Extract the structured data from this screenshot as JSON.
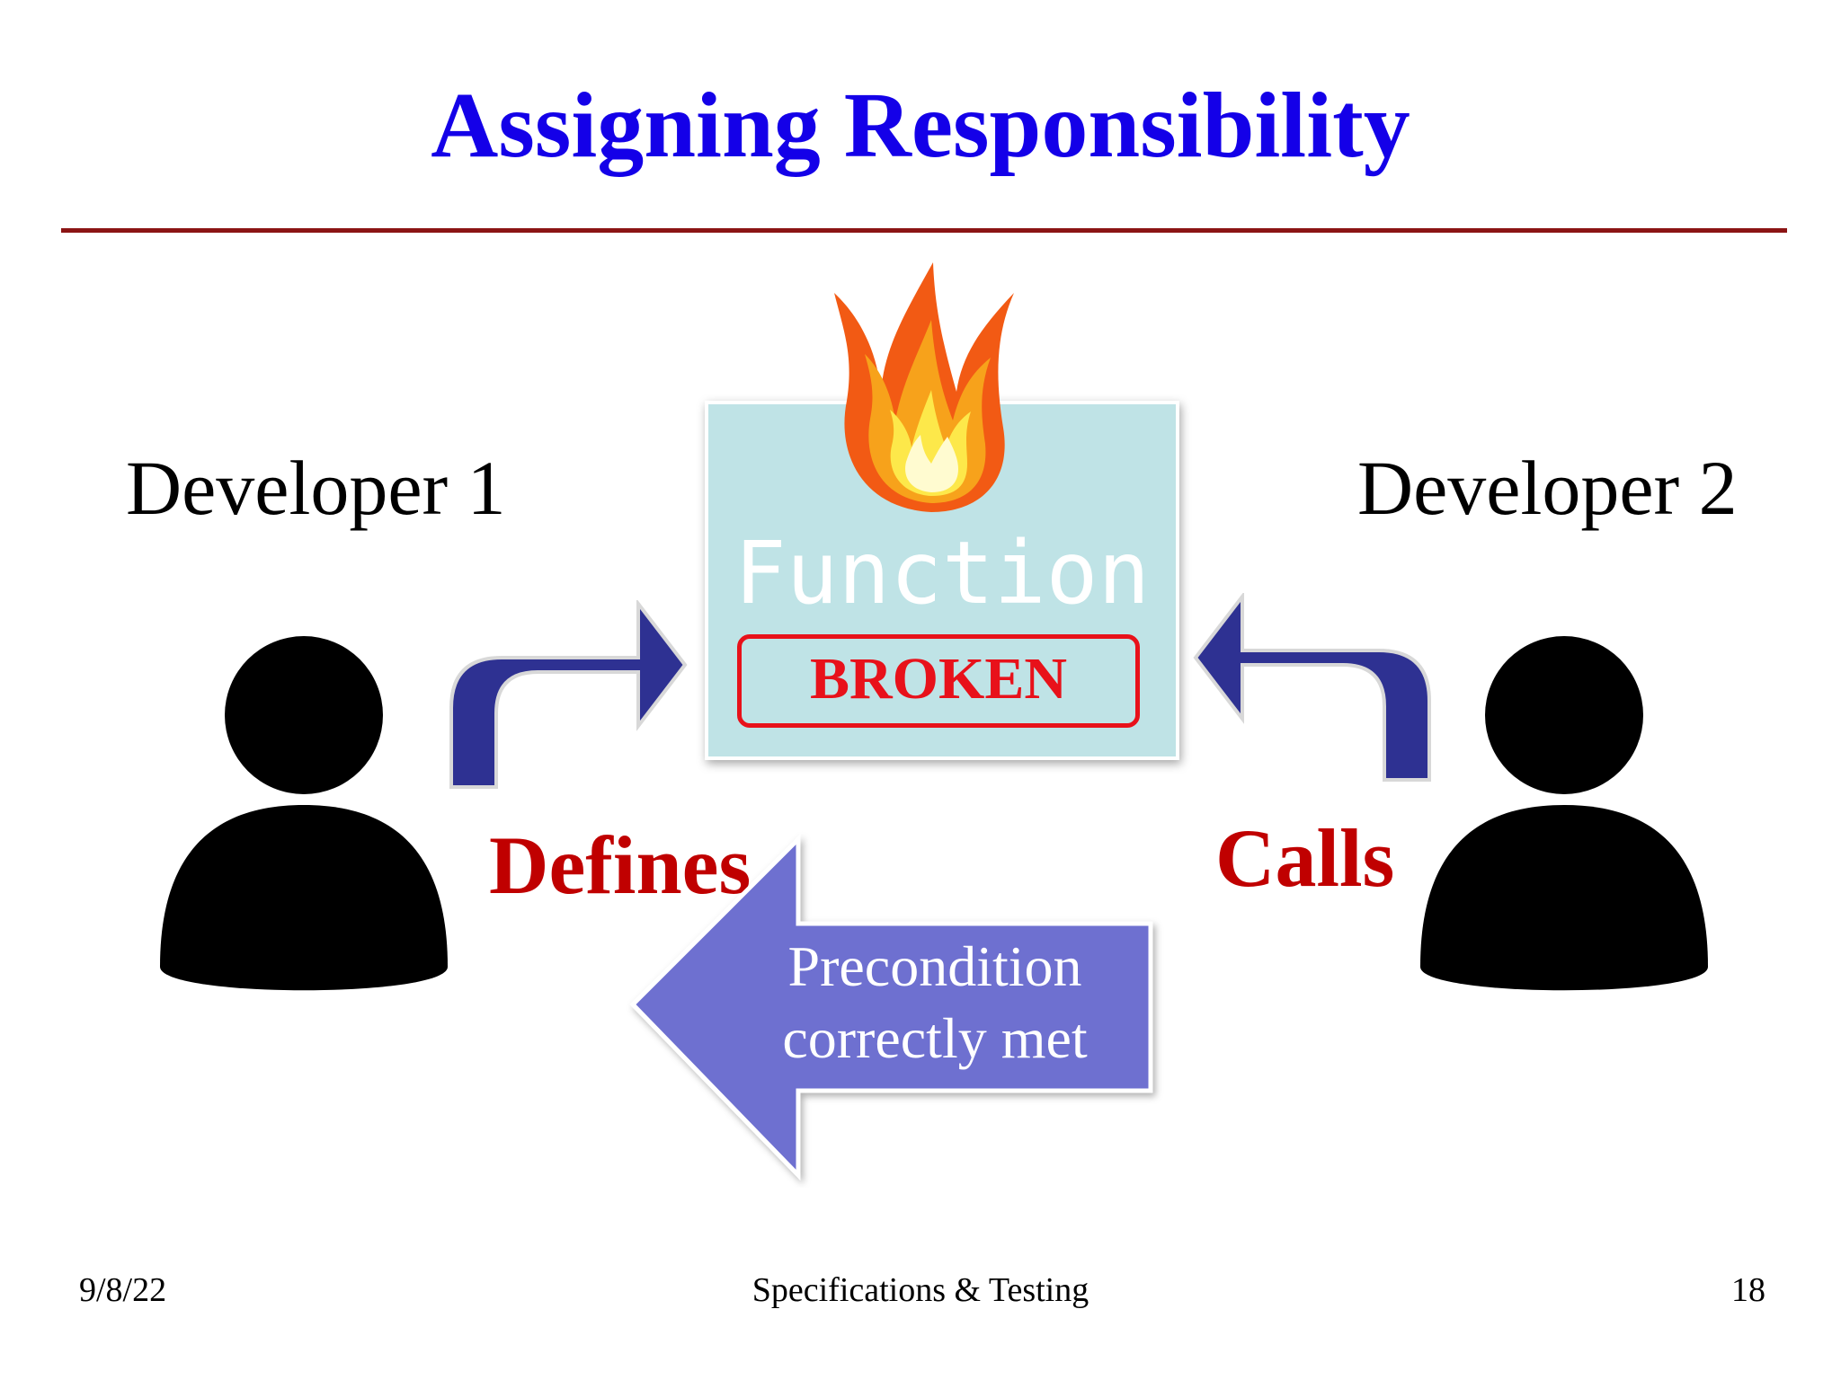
{
  "slide": {
    "title": "Assigning Responsibility",
    "developer_left": "Developer 1",
    "developer_right": "Developer 2",
    "function_label": "Function",
    "broken_label": "BROKEN",
    "defines_label": "Defines",
    "calls_label": "Calls",
    "precondition_line1": "Precondition",
    "precondition_line2": "correctly met"
  },
  "footer": {
    "date": "9/8/22",
    "center": "Specifications & Testing",
    "page_number": "18"
  },
  "icons": [
    "person-icon",
    "fire-icon",
    "curved-arrow-icon",
    "left-arrow-icon"
  ],
  "colors": {
    "title": "#1400e8",
    "rule": "#8b1414",
    "verb": "#c00000",
    "function_box": "#bfe3e6",
    "broken": "#e8111a",
    "curved_arrow": "#2e3192",
    "precondition_arrow": "#6e6fd0"
  }
}
